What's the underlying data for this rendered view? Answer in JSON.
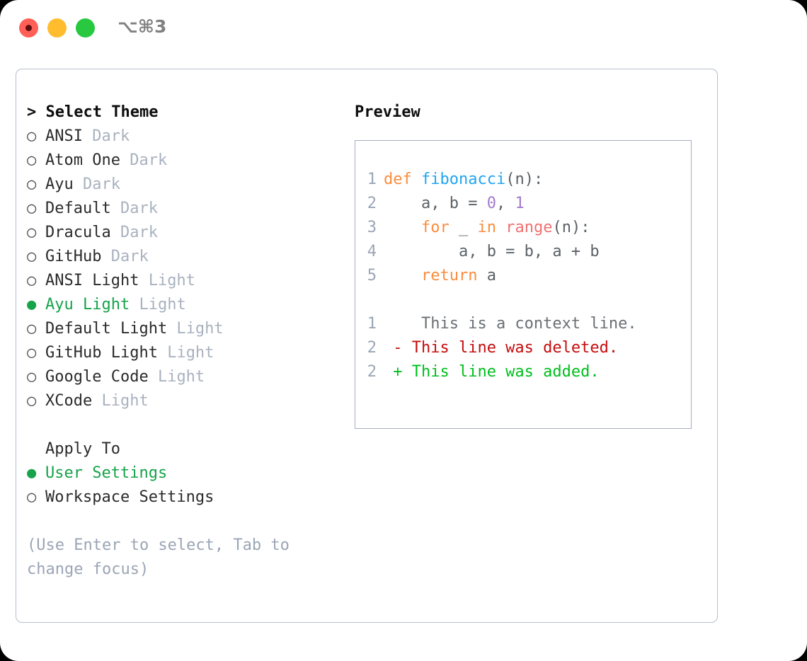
{
  "window": {
    "title": "⌥⌘3",
    "traffic_lights": [
      {
        "name": "close",
        "color": "#ff5f56"
      },
      {
        "name": "minimize",
        "color": "#ffbd2e"
      },
      {
        "name": "maximize",
        "color": "#28c840"
      }
    ]
  },
  "theme_list": {
    "header": "Select Theme",
    "caret": ">",
    "marker_unselected": "○",
    "marker_selected": "●",
    "items": [
      {
        "label": "ANSI",
        "kind": "Dark",
        "selected": false
      },
      {
        "label": "Atom One",
        "kind": "Dark",
        "selected": false
      },
      {
        "label": "Ayu",
        "kind": "Dark",
        "selected": false
      },
      {
        "label": "Default",
        "kind": "Dark",
        "selected": false
      },
      {
        "label": "Dracula",
        "kind": "Dark",
        "selected": false
      },
      {
        "label": "GitHub",
        "kind": "Dark",
        "selected": false
      },
      {
        "label": "ANSI Light",
        "kind": "Light",
        "selected": false
      },
      {
        "label": "Ayu Light",
        "kind": "Light",
        "selected": true
      },
      {
        "label": "Default Light",
        "kind": "Light",
        "selected": false
      },
      {
        "label": "GitHub Light",
        "kind": "Light",
        "selected": false
      },
      {
        "label": "Google Code",
        "kind": "Light",
        "selected": false
      },
      {
        "label": "XCode",
        "kind": "Light",
        "selected": false
      }
    ]
  },
  "apply_to": {
    "header": "Apply To",
    "items": [
      {
        "label": "User Settings",
        "selected": true
      },
      {
        "label": "Workspace Settings",
        "selected": false
      }
    ]
  },
  "hint": "(Use Enter to select, Tab to change focus)",
  "preview": {
    "header": "Preview",
    "code_lines": [
      {
        "no": "1",
        "tokens": [
          {
            "t": "def ",
            "c": "kw"
          },
          {
            "t": "fibonacci",
            "c": "fn"
          },
          {
            "t": "(n):",
            "c": "plain"
          }
        ]
      },
      {
        "no": "2",
        "tokens": [
          {
            "t": "    a, b = ",
            "c": "plain"
          },
          {
            "t": "0",
            "c": "num"
          },
          {
            "t": ", ",
            "c": "plain"
          },
          {
            "t": "1",
            "c": "num"
          }
        ]
      },
      {
        "no": "3",
        "tokens": [
          {
            "t": "    ",
            "c": "plain"
          },
          {
            "t": "for",
            "c": "kw"
          },
          {
            "t": " _ ",
            "c": "plain"
          },
          {
            "t": "in",
            "c": "kw"
          },
          {
            "t": " ",
            "c": "plain"
          },
          {
            "t": "range",
            "c": "call"
          },
          {
            "t": "(n):",
            "c": "plain"
          }
        ]
      },
      {
        "no": "4",
        "tokens": [
          {
            "t": "        a, b = b, a + b",
            "c": "plain"
          }
        ]
      },
      {
        "no": "5",
        "tokens": [
          {
            "t": "    ",
            "c": "plain"
          },
          {
            "t": "return",
            "c": "kw"
          },
          {
            "t": " a",
            "c": "plain"
          }
        ]
      }
    ],
    "diff_lines": [
      {
        "no": "1",
        "sign": " ",
        "text": "  This is a context line.",
        "kind": "ctx"
      },
      {
        "no": "2",
        "sign": "-",
        "text": " This line was deleted.",
        "kind": "del"
      },
      {
        "no": "2",
        "sign": "+",
        "text": " This line was added.",
        "kind": "add"
      }
    ]
  },
  "colors": {
    "accent_green": "#16a34a",
    "keyword_orange": "#fa8d3e",
    "function_blue": "#22a4f1",
    "number_purple": "#a37acc",
    "call_red": "#f07171",
    "diff_delete": "#c50d0d",
    "diff_add": "#00bf1d",
    "muted_gray": "#a9b2bf",
    "border": "#a5aec0"
  }
}
